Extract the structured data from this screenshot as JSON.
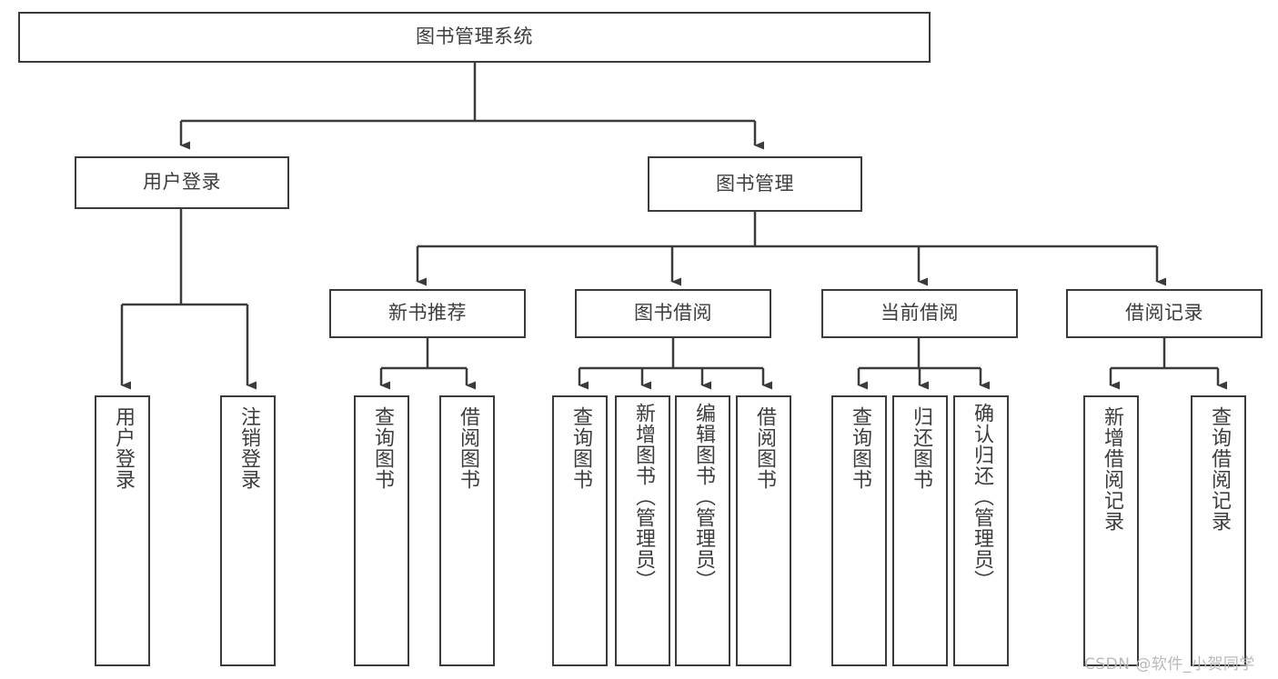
{
  "diagram": {
    "title": "图书管理系统",
    "type": "hierarchy-tree",
    "stroke_color": "#3b3b3b",
    "text_color": "#3d3d3d",
    "background_color": "#ffffff",
    "levels": 4
  },
  "root": {
    "label": "图书管理系统"
  },
  "level1": [
    {
      "label": "用户登录"
    },
    {
      "label": "图书管理"
    }
  ],
  "level2": [
    {
      "label": "新书推荐"
    },
    {
      "label": "图书借阅"
    },
    {
      "label": "当前借阅"
    },
    {
      "label": "借阅记录"
    }
  ],
  "leaves": {
    "user_login": [
      {
        "label": "用户登录"
      },
      {
        "label": "注销登录"
      }
    ],
    "new_book_recommend": [
      {
        "label": "查询图书"
      },
      {
        "label": "借阅图书"
      }
    ],
    "book_borrow": [
      {
        "label": "查询图书"
      },
      {
        "label": "新增图书（管理员）"
      },
      {
        "label": "编辑图书（管理员）"
      },
      {
        "label": "借阅图书"
      }
    ],
    "current_borrow": [
      {
        "label": "查询图书"
      },
      {
        "label": "归还图书"
      },
      {
        "label": "确认归还（管理员）"
      }
    ],
    "borrow_record": [
      {
        "label": "新增借阅记录"
      },
      {
        "label": "查询借阅记录"
      }
    ]
  },
  "watermark": {
    "text": "CSDN @软件_小贺同学"
  }
}
